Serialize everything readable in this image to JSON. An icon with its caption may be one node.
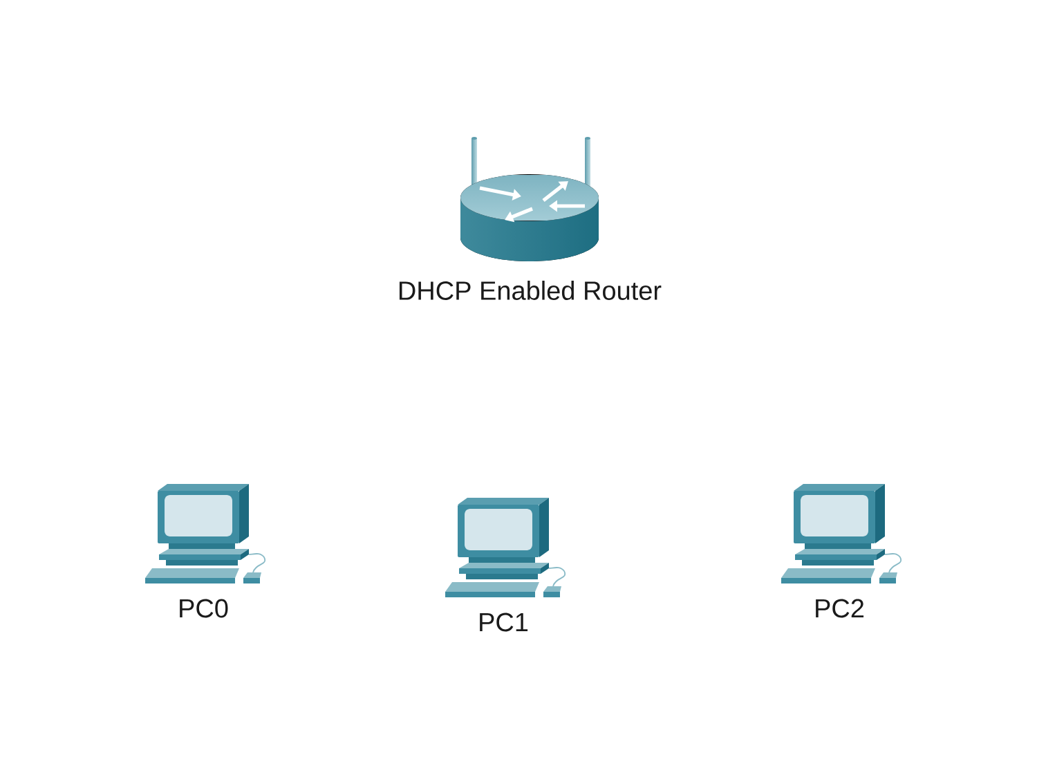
{
  "diagram": {
    "nodes": [
      {
        "text": [
          "DHCP Enabled Router"
        ]
      },
      {
        "text": [
          "PC0"
        ]
      },
      {
        "text": [
          "PC1"
        ]
      },
      {
        "text": [
          "PC2"
        ]
      }
    ]
  }
}
